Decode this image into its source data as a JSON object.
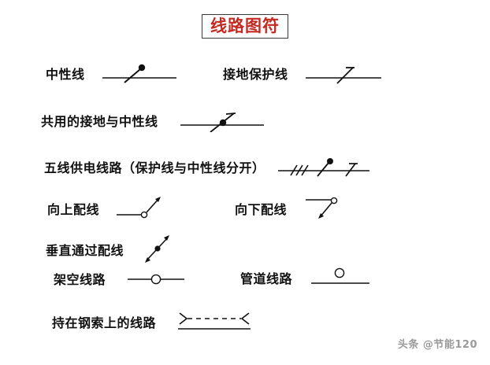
{
  "document": {
    "title": "线路图符",
    "title_color": "#c32a22",
    "background_color": "#ffffff",
    "text_color": "#111111"
  },
  "rows": [
    {
      "id": "neutral-line",
      "left_label": "中性线",
      "left_symbol": "line-with-dot-stroke",
      "right_label": "接地保护线",
      "right_symbol": "line-with-hook-stroke"
    },
    {
      "id": "shared-earth-neutral",
      "left_label": "共用的接地与中性线",
      "left_symbol": "line-with-dot-and-hook-stroke",
      "right_label": "",
      "right_symbol": ""
    },
    {
      "id": "five-wire-supply",
      "left_label": "五线供电线路（保护线与中性线分开）",
      "left_symbol": "line-with-three-ticks-dot-and-hook",
      "right_label": "",
      "right_symbol": ""
    },
    {
      "id": "wiring-upward",
      "left_label": "向上配线",
      "left_symbol": "line-circle-arrow-up",
      "right_label": "向下配线",
      "right_symbol": "line-circle-arrow-down"
    },
    {
      "id": "wiring-vertical-through",
      "left_label": "垂直通过配线",
      "left_symbol": "double-arrow-with-dot",
      "right_label": "",
      "right_symbol": ""
    },
    {
      "id": "overhead-line",
      "left_label": "架空线路",
      "left_symbol": "line-with-circle-inline",
      "right_label": "管道线路",
      "right_symbol": "line-with-circle-above"
    },
    {
      "id": "messenger-wire-line",
      "left_label": "持在钢索上的线路",
      "left_symbol": "dashed-span-between-brackets-over-line",
      "right_label": "",
      "right_symbol": ""
    }
  ],
  "watermark": {
    "text": "头条 @节能120"
  }
}
